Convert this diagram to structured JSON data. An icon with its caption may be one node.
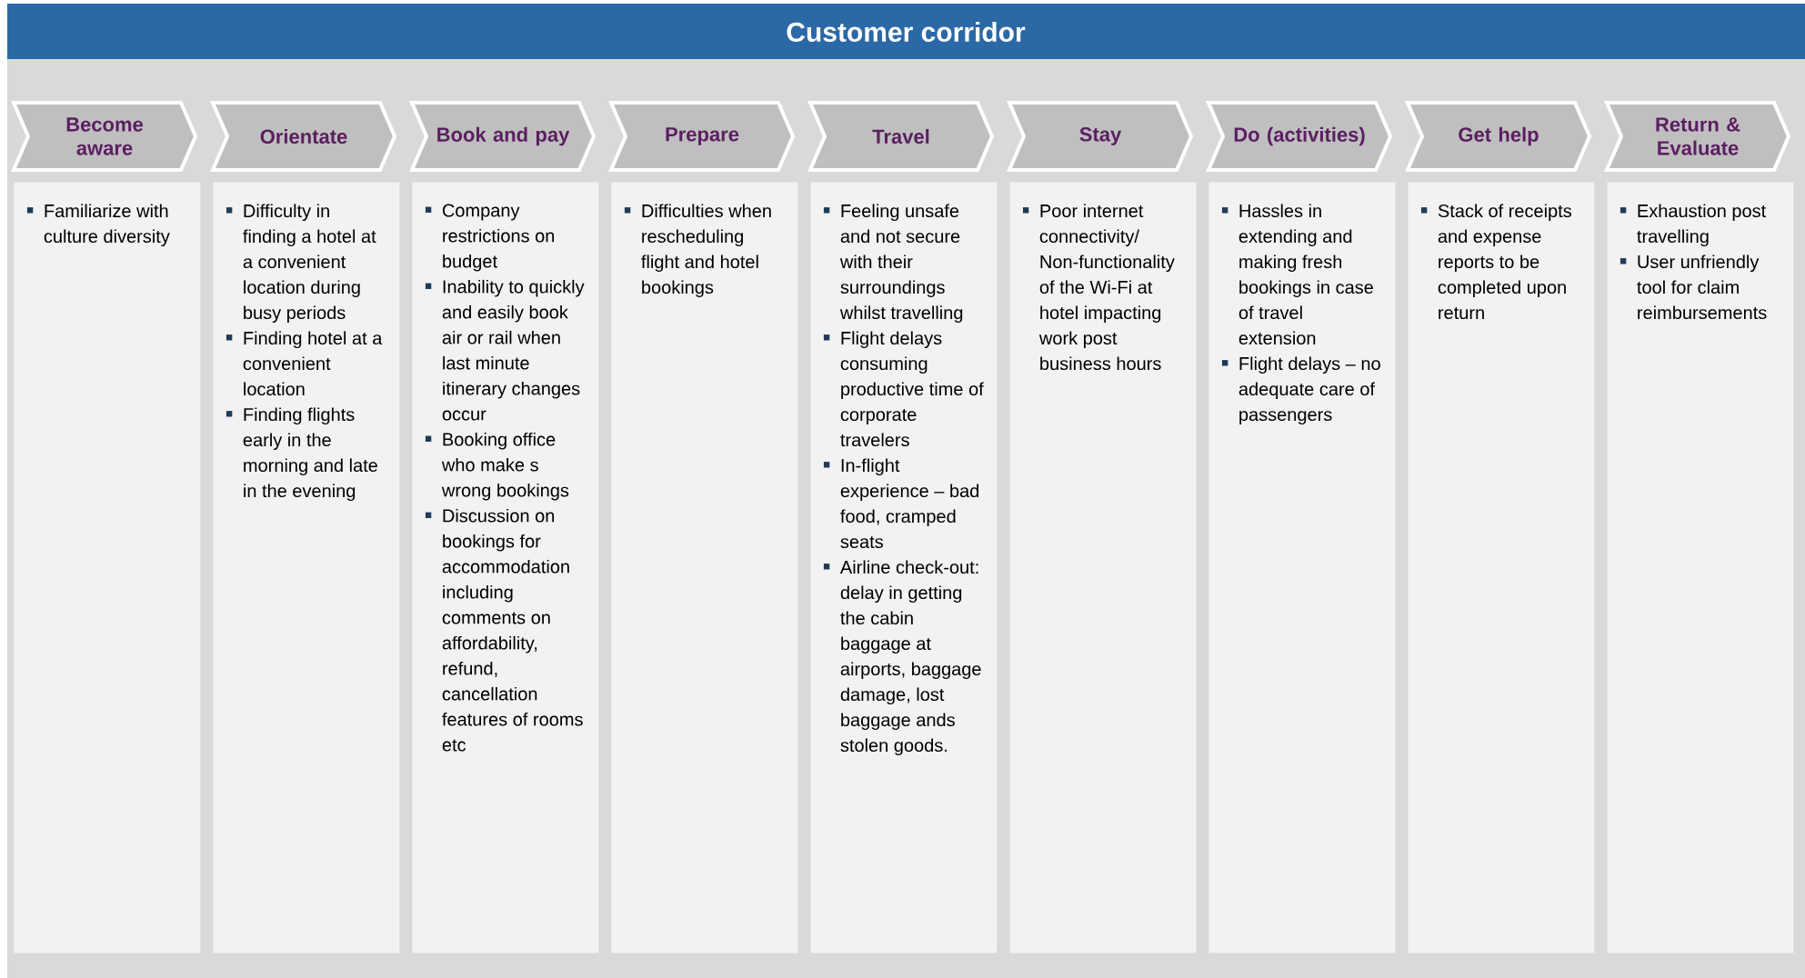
{
  "diagram": {
    "title": "Customer corridor",
    "nodes": [
      {
        "text": [
          "Become aware"
        ]
      },
      {
        "text": [
          "Orientate"
        ]
      },
      {
        "text": [
          "Book and pay"
        ]
      },
      {
        "text": [
          "Prepare"
        ]
      },
      {
        "text": [
          "Travel"
        ]
      },
      {
        "text": [
          "Stay"
        ]
      },
      {
        "text": [
          "Do (activities)"
        ]
      },
      {
        "text": [
          "Get help"
        ]
      },
      {
        "text": [
          "Return & Evaluate"
        ]
      },
      {
        "text": [
          "Familiarize with culture diversity"
        ]
      },
      {
        "text": [
          "Difficulty in finding a hotel at a convenient location during busy periods",
          "Finding hotel at a convenient location",
          "Finding flights early in the morning and late in the evening"
        ]
      },
      {
        "text": [
          "Company restrictions on budget",
          "Inability to quickly and easily book air or rail when last minute itinerary changes occur",
          "Booking office who make s wrong bookings",
          "Discussion on bookings for accommodation including comments on affordability, refund, cancellation features of rooms etc"
        ]
      },
      {
        "text": [
          "Difficulties when rescheduling flight and hotel bookings"
        ]
      },
      {
        "text": [
          "Feeling unsafe and not secure with their surroundings whilst travelling",
          "Flight delays consuming productive time of corporate travelers",
          "In-flight experience – bad food, cramped seats",
          "Airline check-out: delay in getting the cabin baggage at airports, baggage damage, lost baggage ands stolen goods."
        ]
      },
      {
        "text": [
          "Poor internet connectivity/ Non-functionality of the Wi-Fi at hotel impacting work post business hours"
        ]
      },
      {
        "text": [
          "Hassles in extending and making fresh bookings in case of travel extension",
          "Flight delays – no adequate care of passengers"
        ]
      },
      {
        "text": [
          "Stack of receipts and expense reports to be completed upon return"
        ]
      },
      {
        "text": [
          "Exhaustion post travelling",
          "User unfriendly tool for claim reimbursements"
        ]
      }
    ]
  }
}
